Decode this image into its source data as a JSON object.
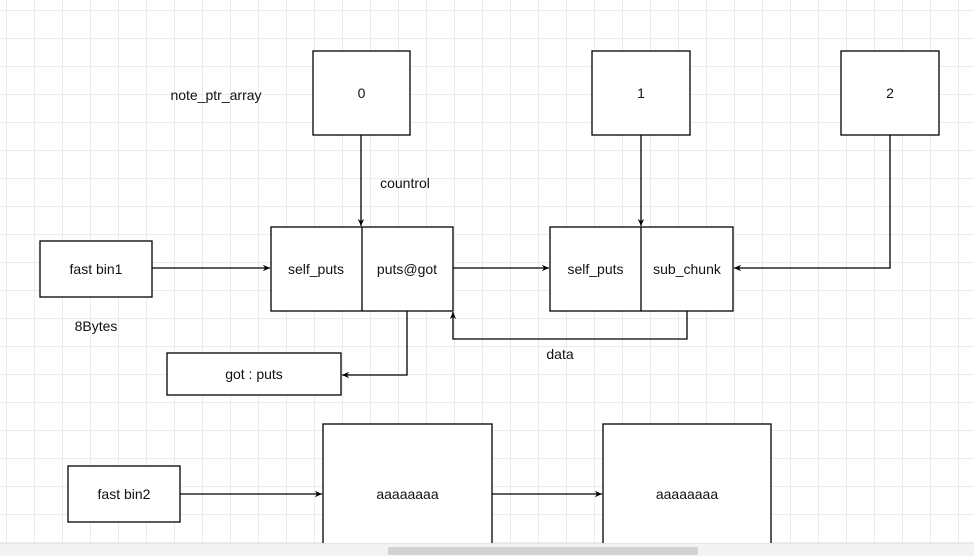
{
  "diagram": {
    "array_label": "note_ptr_array",
    "array_cells": [
      "0",
      "1",
      "2"
    ],
    "fast_bin1": "fast bin1",
    "size_note": "8Bytes",
    "chunk_a": {
      "left": "self_puts",
      "right": "puts@got"
    },
    "chunk_b": {
      "left": "self_puts",
      "right": "sub_chunk"
    },
    "got_box": "got : puts",
    "control_label": "countrol",
    "data_label": "data",
    "fast_bin2": "fast bin2",
    "bin2_chunk_a": "aaaaaaaa",
    "bin2_chunk_b": "aaaaaaaa"
  },
  "colors": {
    "stroke": "#000000",
    "grid": "#ececec",
    "background": "#ffffff"
  }
}
